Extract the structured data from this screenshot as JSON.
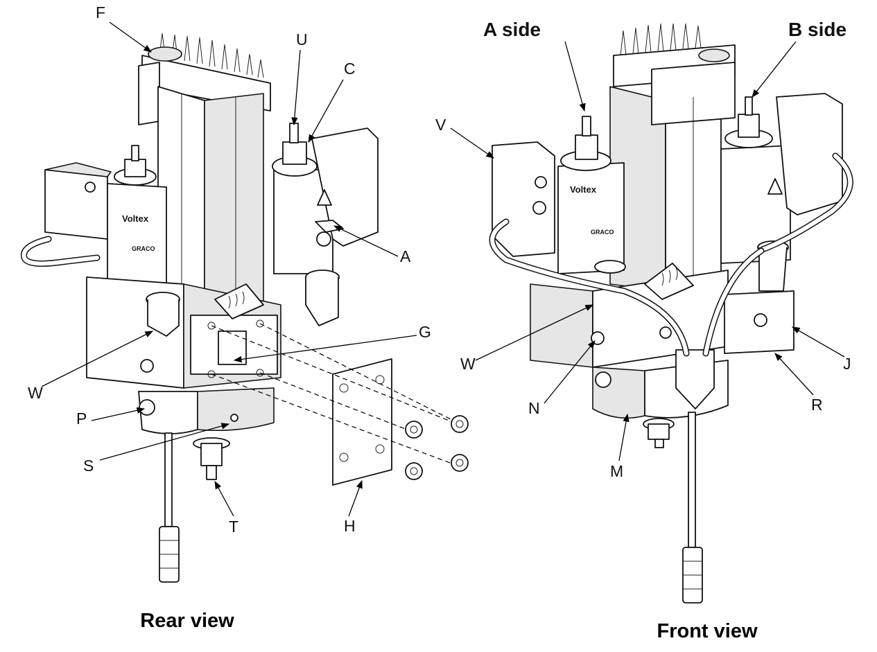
{
  "views": {
    "rear": {
      "title": "Rear view",
      "callouts": {
        "F": "F",
        "U": "U",
        "C": "C",
        "A": "A",
        "G": "G",
        "W": "W",
        "P": "P",
        "S": "S",
        "T": "T",
        "H": "H"
      }
    },
    "front": {
      "title": "Front view",
      "callouts": {
        "a_side": "A side",
        "b_side": "B side",
        "V": "V",
        "W": "W",
        "N": "N",
        "M": "M",
        "J": "J",
        "R": "R"
      }
    }
  },
  "product_markings": {
    "brand": "Voltex",
    "maker": "GRACO"
  }
}
